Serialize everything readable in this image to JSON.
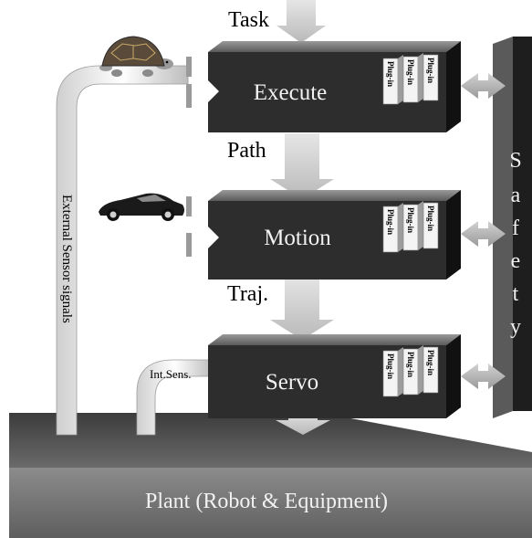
{
  "flow_labels": {
    "task": "Task",
    "path": "Path",
    "traj": "Traj."
  },
  "blocks": {
    "execute": "Execute",
    "motion": "Motion",
    "servo": "Servo"
  },
  "plugin_label": "Plug-in",
  "safety_letters": [
    "S",
    "a",
    "f",
    "e",
    "t",
    "y"
  ],
  "external_sensor_label": "External Sensor signals",
  "internal_sensor_label": "Int.Sens.",
  "plant_label": "Plant  (Robot & Equipment)",
  "icons": {
    "turtle": "turtle-icon",
    "sports_car": "sports-car-icon"
  },
  "colors": {
    "block_front": "#2a2a2a",
    "block_top": "#8a8a8a",
    "block_side": "#111111",
    "arrow": "#cfcfcf",
    "plant_top": "#555555",
    "plant_front": "#7a7a7a"
  }
}
